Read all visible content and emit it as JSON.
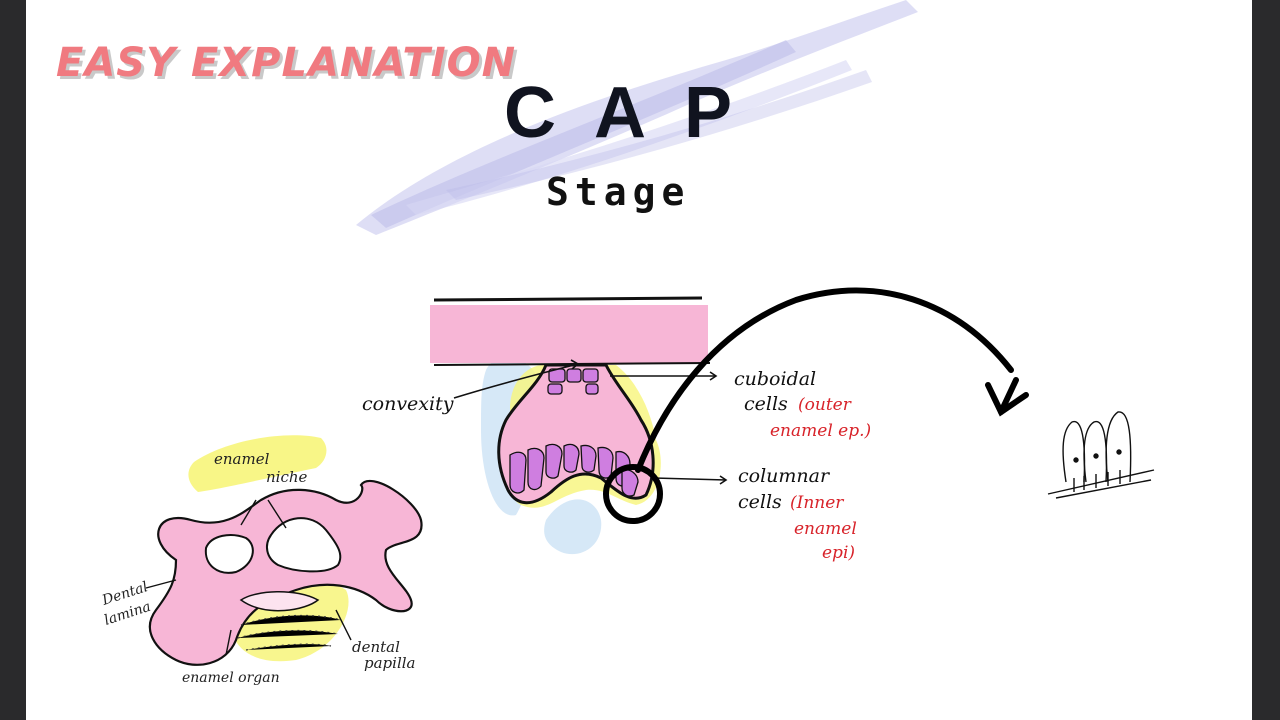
{
  "heading": {
    "tag": "EASY EXPLANATION",
    "main": "CAP",
    "sub": "Stage"
  },
  "colors": {
    "frame": "#2a2a2c",
    "tag": "#f07a80",
    "tissue_pink": "#f7b6d6",
    "cell_purple": "#cf7ee0",
    "highlight_yellow": "#f7f57a",
    "highlight_blue": "#cfe4f6",
    "brush_lavender": "#b8b8ea",
    "label_red": "#d8232a",
    "ink": "#111111"
  },
  "left_diagram": {
    "label_niche": [
      "enamel",
      "niche"
    ],
    "label_lamina": [
      "Dental",
      "lamina"
    ],
    "label_organ": "enamel organ",
    "label_papilla": [
      "dental",
      "papilla"
    ]
  },
  "center_diagram": {
    "label_convexity": "convexity",
    "label_cuboidal": [
      "cuboidal",
      "cells"
    ],
    "label_cuboidal_note": [
      "(outer",
      "enamel ep.)"
    ],
    "label_columnar": [
      "columnar",
      "cells"
    ],
    "label_columnar_note": [
      "(Inner",
      "enamel",
      "epi)"
    ]
  },
  "icons": [
    "curved-arrow-icon",
    "columnar-cells-sketch-icon"
  ]
}
